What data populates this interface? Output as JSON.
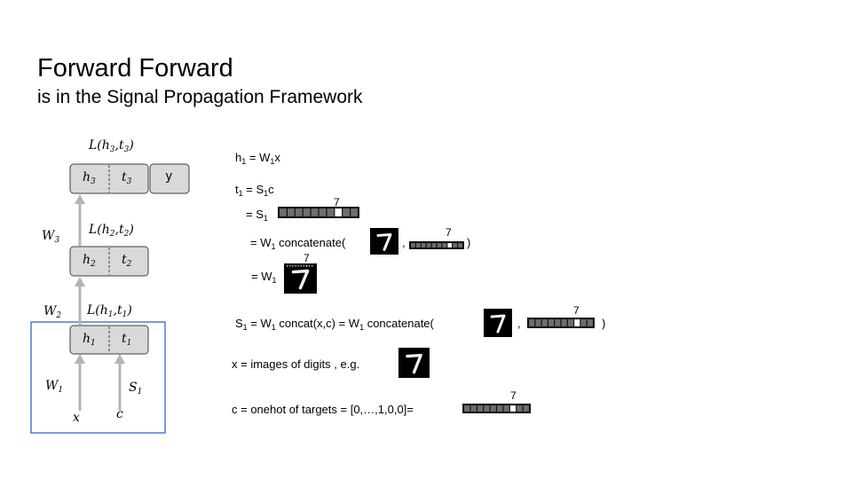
{
  "slide": {
    "title": "Forward  Forward",
    "subtitle": "is in the Signal Propagation Framework"
  },
  "diagram": {
    "losses": {
      "l3": {
        "fn": "L(",
        "a": "h",
        "as": "3",
        "sep": ",",
        "b": "t",
        "bs": "3",
        "end": ")"
      },
      "l2": {
        "fn": "L(",
        "a": "h",
        "as": "2",
        "sep": ",",
        "b": "t",
        "bs": "2",
        "end": ")"
      },
      "l1": {
        "fn": "L(",
        "a": "h",
        "as": "1",
        "sep": ",",
        "b": "t",
        "bs": "1",
        "end": ")"
      }
    },
    "layer3": {
      "h": "h",
      "hs": "3",
      "t": "t",
      "ts": "3"
    },
    "layer2": {
      "h": "h",
      "hs": "2",
      "t": "t",
      "ts": "2"
    },
    "layer1": {
      "h": "h",
      "hs": "1",
      "t": "t",
      "ts": "1"
    },
    "y_box": "y",
    "weights": {
      "w3": {
        "base": "W",
        "sub": "3"
      },
      "w2": {
        "base": "W",
        "sub": "2"
      },
      "w1": {
        "base": "W",
        "sub": "1"
      },
      "s1": {
        "base": "S",
        "sub": "1"
      }
    },
    "inputs": {
      "x": "x",
      "c": "c"
    }
  },
  "equations": {
    "e1": {
      "a": "h",
      "as": "1",
      "b": " = W",
      "bs": "1",
      "c": "x"
    },
    "e2": {
      "a": "t",
      "as": "1",
      "b": " = S",
      "bs": "1",
      "c": "c"
    },
    "e3": {
      "a": "= S",
      "as": "1"
    },
    "e4": {
      "a": "= W",
      "as": "1",
      "b": " concatenate(",
      "comma": ",",
      "close": ")"
    },
    "e5": {
      "a": "= W",
      "as": "1"
    },
    "e6": {
      "a": "S",
      "as": "1",
      "b": " = W",
      "bs": "1",
      "c": " concat(x,c)  = W",
      "cs": "1",
      "d": " concatenate(",
      "comma": ",",
      "close": ")"
    },
    "e7": {
      "a": "x = images of digits , e.g."
    },
    "e8": {
      "a": "c = onehot of targets = [0,…,1,0,0]="
    },
    "onehot_label": "7"
  },
  "colors": {
    "box_fill": "#d9d9d9",
    "box_border": "#404040",
    "arrow": "#b4b4b4",
    "highlight_border": "#4a7cc9"
  }
}
